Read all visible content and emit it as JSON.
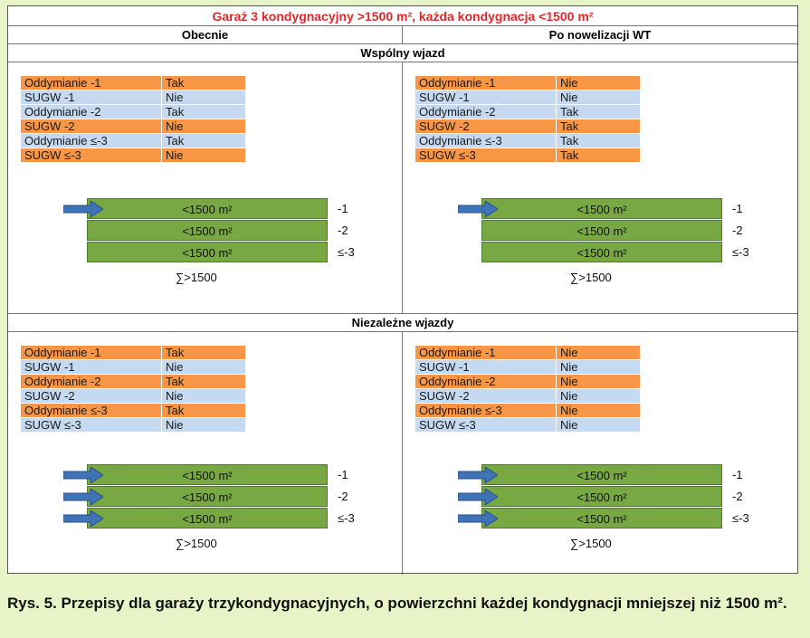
{
  "title": "Garaż 3 kondygnacyjny >1500 m², każda kondygnacja <1500 m²",
  "columns": {
    "left": "Obecnie",
    "right": "Po nowelizacji WT"
  },
  "sections": [
    {
      "heading": "Wspólny wjazd",
      "panels": [
        {
          "rows": [
            {
              "k": "Oddymianie -1",
              "v": "Tak",
              "color": "orange"
            },
            {
              "k": "SUGW -1",
              "v": "Nie",
              "color": "blue"
            },
            {
              "k": "Oddymianie -2",
              "v": "Tak",
              "color": "blue"
            },
            {
              "k": "SUGW -2",
              "v": "Nie",
              "color": "orange"
            },
            {
              "k": "Oddymianie ≤-3",
              "v": "Tak",
              "color": "blue"
            },
            {
              "k": "SUGW ≤-3",
              "v": "Nie",
              "color": "orange"
            }
          ]
        },
        {
          "rows": [
            {
              "k": "Oddymianie -1",
              "v": "Nie",
              "color": "orange"
            },
            {
              "k": "SUGW -1",
              "v": "Nie",
              "color": "blue"
            },
            {
              "k": "Oddymianie -2",
              "v": "Tak",
              "color": "blue"
            },
            {
              "k": "SUGW -2",
              "v": "Tak",
              "color": "orange"
            },
            {
              "k": "Oddymianie ≤-3",
              "v": "Tak",
              "color": "blue"
            },
            {
              "k": "SUGW ≤-3",
              "v": "Tak",
              "color": "orange"
            }
          ]
        }
      ],
      "arrows": [
        true,
        false,
        false
      ]
    },
    {
      "heading": "Niezależne wjazdy",
      "panels": [
        {
          "rows": [
            {
              "k": "Oddymianie -1",
              "v": "Tak",
              "color": "orange"
            },
            {
              "k": "SUGW -1",
              "v": "Nie",
              "color": "blue"
            },
            {
              "k": "Oddymianie -2",
              "v": "Tak",
              "color": "orange"
            },
            {
              "k": "SUGW -2",
              "v": "Nie",
              "color": "blue"
            },
            {
              "k": "Oddymianie ≤-3",
              "v": "Tak",
              "color": "orange"
            },
            {
              "k": "SUGW ≤-3",
              "v": "Nie",
              "color": "blue"
            }
          ]
        },
        {
          "rows": [
            {
              "k": "Oddymianie -1",
              "v": "Nie",
              "color": "orange"
            },
            {
              "k": "SUGW -1",
              "v": "Nie",
              "color": "blue"
            },
            {
              "k": "Oddymianie -2",
              "v": "Nie",
              "color": "orange"
            },
            {
              "k": "SUGW -2",
              "v": "Nie",
              "color": "blue"
            },
            {
              "k": "Oddymianie ≤-3",
              "v": "Nie",
              "color": "orange"
            },
            {
              "k": "SUGW ≤-3",
              "v": "Nie",
              "color": "blue"
            }
          ]
        }
      ],
      "arrows": [
        true,
        true,
        true
      ]
    }
  ],
  "floors": [
    {
      "area": "<1500 m²",
      "level": "-1"
    },
    {
      "area": "<1500 m²",
      "level": "-2"
    },
    {
      "area": "<1500 m²",
      "level": "≤-3"
    }
  ],
  "sum_label": "∑>1500",
  "caption": "Rys. 5. Przepisy dla garaży trzykondygnacyjnych, o powierzchni każdej kondygnacji mniejszej niż 1500 m².",
  "colors": {
    "orange": "#f79646",
    "blue": "#c5d9f1",
    "green": "#77a844",
    "arrow": "#3f73b7",
    "title": "#e0282c"
  }
}
